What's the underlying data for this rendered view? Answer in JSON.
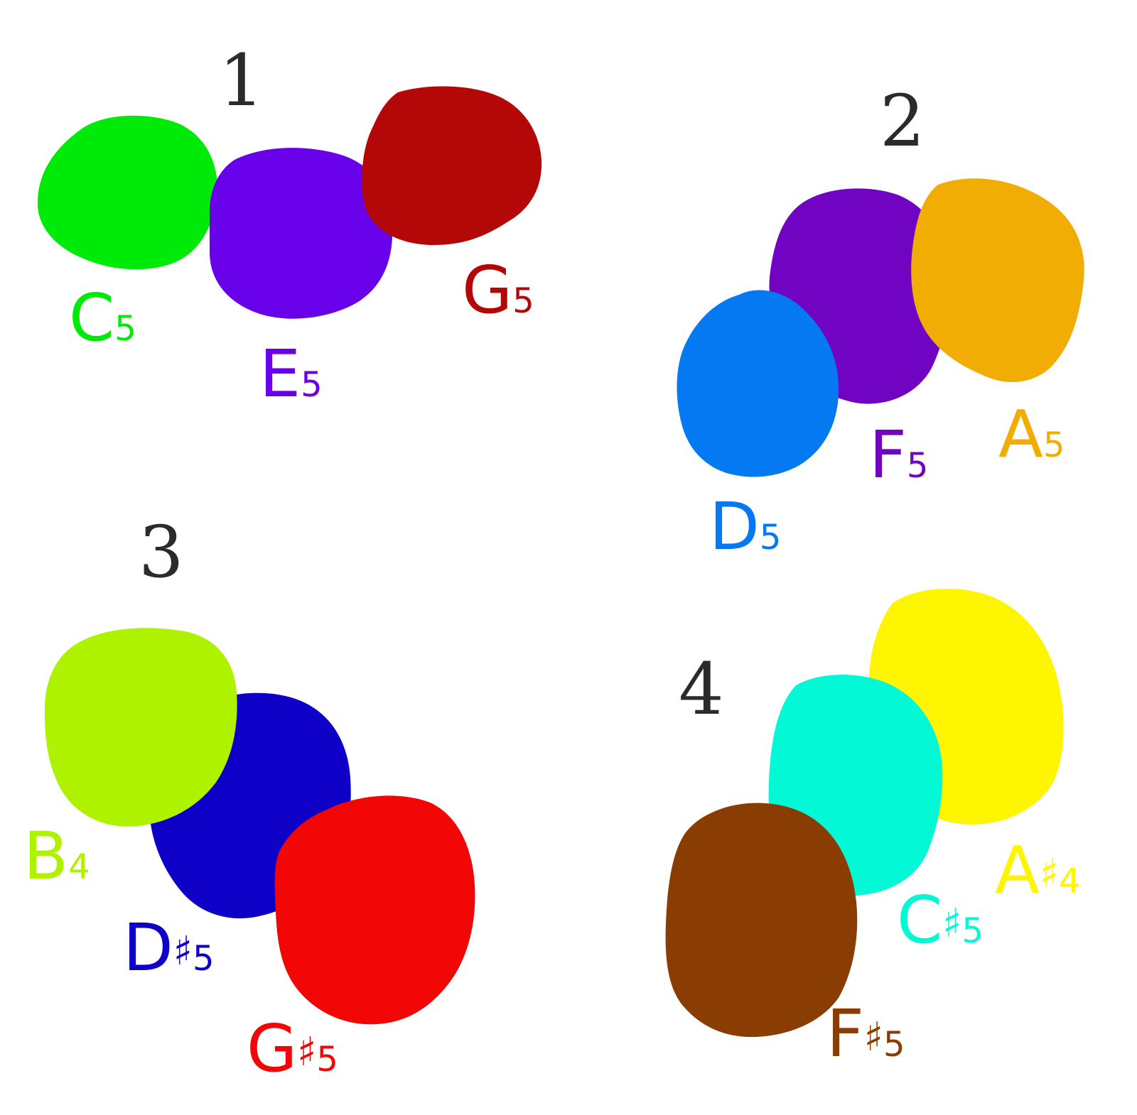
{
  "groups": [
    {
      "number": "1",
      "notes": [
        {
          "letter": "C",
          "accidental": "",
          "octave": "5",
          "color": "#00ea0a"
        },
        {
          "letter": "E",
          "accidental": "",
          "octave": "5",
          "color": "#6800ea"
        },
        {
          "letter": "G",
          "accidental": "",
          "octave": "5",
          "color": "#b40808"
        }
      ]
    },
    {
      "number": "2",
      "notes": [
        {
          "letter": "D",
          "accidental": "",
          "octave": "5",
          "color": "#0479f2"
        },
        {
          "letter": "F",
          "accidental": "",
          "octave": "5",
          "color": "#7103c3"
        },
        {
          "letter": "A",
          "accidental": "",
          "octave": "5",
          "color": "#f1ad03"
        }
      ]
    },
    {
      "number": "3",
      "notes": [
        {
          "letter": "B",
          "accidental": "",
          "octave": "4",
          "color": "#aef200"
        },
        {
          "letter": "D",
          "accidental": "♯",
          "octave": "5",
          "color": "#0f00c7"
        },
        {
          "letter": "G",
          "accidental": "♯",
          "octave": "5",
          "color": "#f20606"
        }
      ]
    },
    {
      "number": "4",
      "notes": [
        {
          "letter": "A",
          "accidental": "♯",
          "octave": "4",
          "color": "#fef600"
        },
        {
          "letter": "C",
          "accidental": "♯",
          "octave": "5",
          "color": "#03f9d5"
        },
        {
          "letter": "F",
          "accidental": "♯",
          "octave": "5",
          "color": "#8a3d03"
        }
      ]
    }
  ]
}
